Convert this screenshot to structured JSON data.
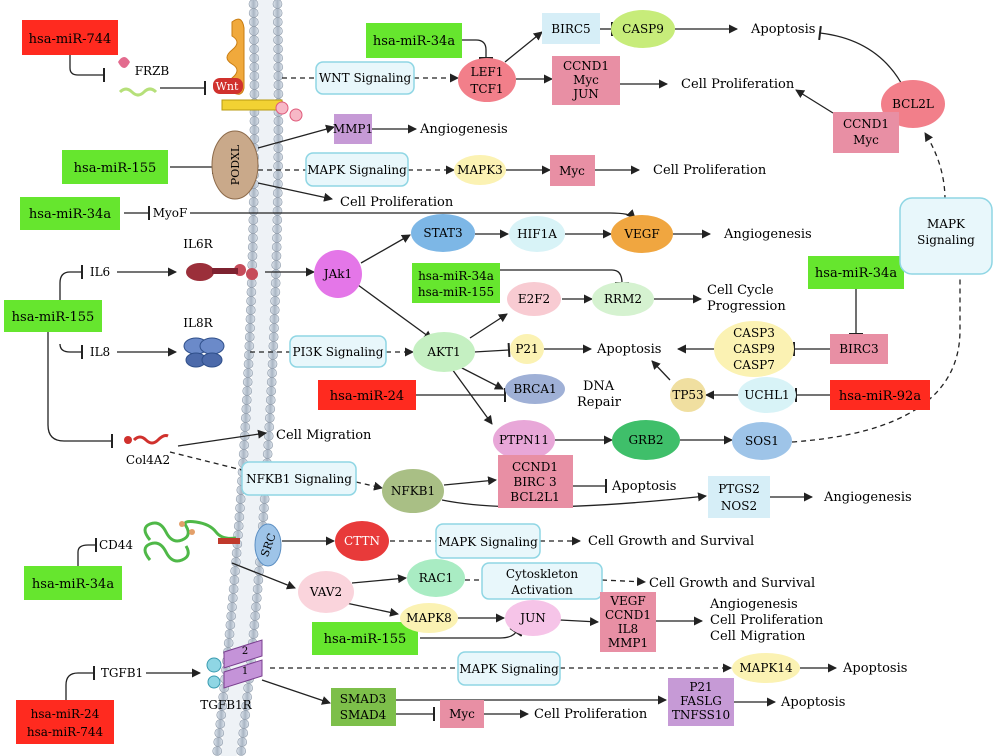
{
  "mirnas": {
    "mir744": "hsa-miR-744",
    "mir34a_top": "hsa-miR-34a",
    "mir155_podxl": "hsa-miR-155",
    "mir34a_myof": "hsa-miR-34a",
    "mir155_il": "hsa-miR-155",
    "mir34a_rrm2": "hsa-miR-34a",
    "mir155_rrm2": "hsa-miR-155",
    "mir34a_birc3": "hsa-miR-34a",
    "mir24_brca1": "hsa-miR-24",
    "mir92a": "hsa-miR-92a",
    "mir34a_cd44": "hsa-miR-34a",
    "mir155_jun": "hsa-miR-155",
    "mir24_tgfb": "hsa-miR-24",
    "mir744_tgfb": "hsa-miR-744"
  },
  "receptors": {
    "frzb": "FRZB",
    "wnt": "Wnt",
    "podxl": "PODXL",
    "myof": "MyoF",
    "il6": "IL6",
    "il6r": "IL6R",
    "il8": "IL8",
    "il8r": "IL8R",
    "col4a2": "Col4A2",
    "cd44": "CD44",
    "src": "SRC",
    "tgfb1": "TGFB1",
    "tgfb1r": "TGFB1R",
    "tgfbr_2": "2",
    "tgfbr_1": "1"
  },
  "genes": {
    "lef1": "LEF1",
    "tcf1": "TCF1",
    "birc5": "BIRC5",
    "casp9": "CASP9",
    "ccnd1_top": "CCND1",
    "myc_top": "Myc",
    "jun_top": "JUN",
    "bcl2l": "BCL2L",
    "ccnd1_right": "CCND1",
    "myc_right": "Myc",
    "mmp1": "MMP1",
    "mapk3": "MAPK3",
    "myc_mid": "Myc",
    "stat3": "STAT3",
    "hif1a": "HIF1A",
    "vegf": "VEGF",
    "jak1": "JAk1",
    "akt1": "AKT1",
    "e2f2": "E2F2",
    "rrm2": "RRM2",
    "p21": "P21",
    "casp3": "CASP3",
    "casp9_b": "CASP9",
    "casp7": "CASP7",
    "birc3": "BIRC3",
    "brca1": "BRCA1",
    "tp53": "TP53",
    "uchl1": "UCHL1",
    "ptpn11": "PTPN11",
    "grb2": "GRB2",
    "sos1": "SOS1",
    "nfkb1": "NFKB1",
    "ccnd1_n": "CCND1",
    "birc3_n": "BIRC 3",
    "bcl2l1_n": "BCL2L1",
    "ptgs2": "PTGS2",
    "nos2": "NOS2",
    "cttn": "CTTN",
    "vav2": "VAV2",
    "rac1": "RAC1",
    "mapk8": "MAPK8",
    "jun": "JUN",
    "vegf_b": "VEGF",
    "ccnd1_b": "CCND1",
    "il8_b": "IL8",
    "mmp1_b": "MMP1",
    "mapk14": "MAPK14",
    "smad3": "SMAD3",
    "smad4": "SMAD4",
    "myc_b": "Myc",
    "p21_b": "P21",
    "faslg": "FASLG",
    "tnfss10": "TNFSS10"
  },
  "pathways": {
    "wnt": "WNT Signaling",
    "mapk_podxl": "MAPK Signaling",
    "mapk_right_1": "MAPK",
    "mapk_right_2": "Signaling",
    "pi3k": "PI3K Signaling",
    "nfkb1": "NFKB1 Signaling",
    "mapk_cttn": "MAPK Signaling",
    "cyto_1": "Cytoskleton",
    "cyto_2": "Activation",
    "mapk_tgfb": "MAPK Signaling"
  },
  "outcomes": {
    "apoptosis_top": "Apoptosis",
    "prolif_top": "Cell Proliferation",
    "angio_mmp1": "Angiogenesis",
    "prolif_myc": "Cell Proliferation",
    "prolif_podxl": "Cell Proliferation",
    "angio_vegf": "Angiogenesis",
    "cellcycle_1": "Cell Cycle",
    "cellcycle_2": "Progression",
    "apoptosis_p21": "Apoptosis",
    "dna_1": "DNA",
    "dna_2": "Repair",
    "migration": "Cell Migration",
    "apoptosis_nfkb": "Apoptosis",
    "angio_ptgs2": "Angiogenesis",
    "growth_cttn": "Cell Growth and Survival",
    "growth_rac1": "Cell Growth and Survival",
    "multi_1": "Angiogenesis",
    "multi_2": "Cell Proliferation",
    "multi_3": "Cell Migration",
    "apoptosis_mapk14": "Apoptosis",
    "prolif_myc_b": "Cell Proliferation",
    "apoptosis_p21b": "Apoptosis"
  },
  "colors": {
    "mirna_green": "#66e62e",
    "mirna_red": "#ff2a1f",
    "pathway_box": "#e8f7fb",
    "pathway_border": "#8fd6e4",
    "pink_box": "#e88fa4",
    "purple_box": "#c69ad6",
    "lightblue_box": "#d6eef7",
    "membrane_head": "#b7c2cf",
    "podxl": "#c9a98a"
  }
}
